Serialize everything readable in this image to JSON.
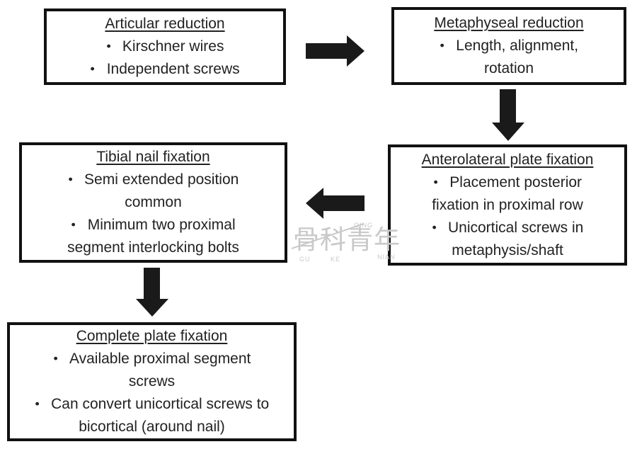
{
  "colors": {
    "border": "#111111",
    "text": "#222222",
    "arrow": "#1a1a1a",
    "watermark": "#c9c9c9",
    "background": "#ffffff"
  },
  "ui": {
    "bullet_glyph": "•"
  },
  "boxes": [
    {
      "id": "articular-reduction",
      "title": "Articular reduction",
      "bullets": [
        "Kirschner wires",
        "Independent screws"
      ]
    },
    {
      "id": "metaphyseal-reduction",
      "title": "Metaphyseal reduction",
      "bullets": [
        "Length, alignment,\nrotation"
      ]
    },
    {
      "id": "anterolateral-plate-fixation",
      "title": "Anterolateral plate fixation",
      "bullets": [
        "Placement posterior\nfixation in proximal row",
        "Unicortical screws in\nmetaphysis/shaft"
      ]
    },
    {
      "id": "tibial-nail-fixation",
      "title": "Tibial nail fixation",
      "bullets": [
        "Semi extended position\ncommon",
        "Minimum two proximal\nsegment interlocking bolts"
      ]
    },
    {
      "id": "complete-plate-fixation",
      "title": "Complete plate fixation",
      "bullets": [
        "Available proximal segment\nscrews",
        "Can convert unicortical screws to\nbicortical (around nail)"
      ]
    }
  ],
  "arrows": [
    {
      "direction": "right",
      "from": "articular-reduction",
      "to": "metaphyseal-reduction"
    },
    {
      "direction": "down",
      "from": "metaphyseal-reduction",
      "to": "anterolateral-plate-fixation"
    },
    {
      "direction": "left",
      "from": "anterolateral-plate-fixation",
      "to": "tibial-nail-fixation"
    },
    {
      "direction": "down",
      "from": "tibial-nail-fixation",
      "to": "complete-plate-fixation"
    }
  ],
  "watermark": {
    "text": "骨科青年",
    "pinyin": [
      "GU",
      "KE",
      "QING",
      "NIAN"
    ]
  }
}
